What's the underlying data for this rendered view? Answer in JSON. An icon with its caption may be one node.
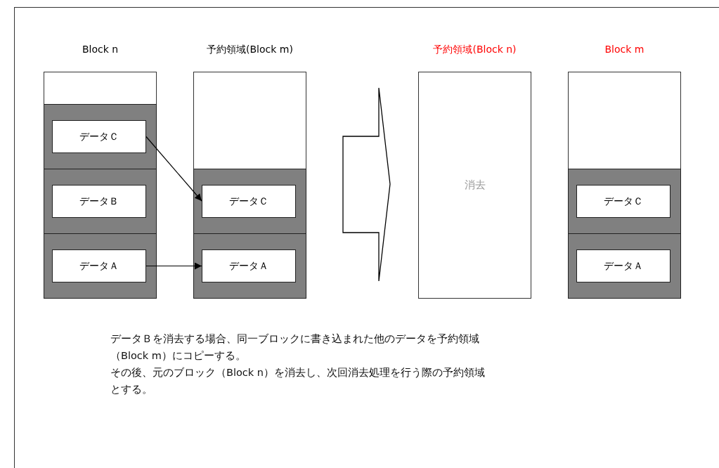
{
  "diagram": {
    "nodes": [
      {
        "text": [
          "Block n"
        ]
      },
      {
        "text": [],
        "shape": "box",
        "in": 0
      },
      {
        "text": [
          "データＣ"
        ],
        "in": 1
      },
      {
        "text": [],
        "shape": "box",
        "in": 0
      },
      {
        "text": [
          "データＢ"
        ],
        "in": 3
      },
      {
        "text": [],
        "shape": "box",
        "in": 0
      },
      {
        "text": [
          "データＡ"
        ],
        "in": 5
      },
      {
        "text": [
          "予約領域(Block m)"
        ]
      },
      {
        "text": [],
        "shape": "box",
        "in": 7
      },
      {
        "text": [
          "データＣ"
        ],
        "in": 8
      },
      {
        "text": [],
        "shape": "box",
        "in": 7
      },
      {
        "text": [
          "データＡ"
        ],
        "in": 10
      },
      {
        "text": [
          "予約領域(Block n)",
          "消去"
        ]
      },
      {
        "text": [
          "Block m"
        ]
      },
      {
        "text": [],
        "shape": "box",
        "in": 13
      },
      {
        "text": [
          "データＣ"
        ],
        "in": 14
      },
      {
        "text": [],
        "shape": "box",
        "in": 13
      },
      {
        "text": [
          "データＡ"
        ],
        "in": 16
      }
    ],
    "edges": [
      {
        "from": 2,
        "to": 9,
        "arrow": "to"
      },
      {
        "from": 6,
        "to": 11,
        "arrow": "to"
      },
      {
        "from": 7,
        "to": 12,
        "arrow": "to",
        "style": "thick"
      }
    ],
    "labels": [
      "データＢを消去する場合、同一ブロックに書き込まれた他のデータを予約領域（Block m）にコピーする。",
      "その後、元のブロック（Block n）を消去し、次回消去処理を行う際の予約領域とする。"
    ]
  }
}
